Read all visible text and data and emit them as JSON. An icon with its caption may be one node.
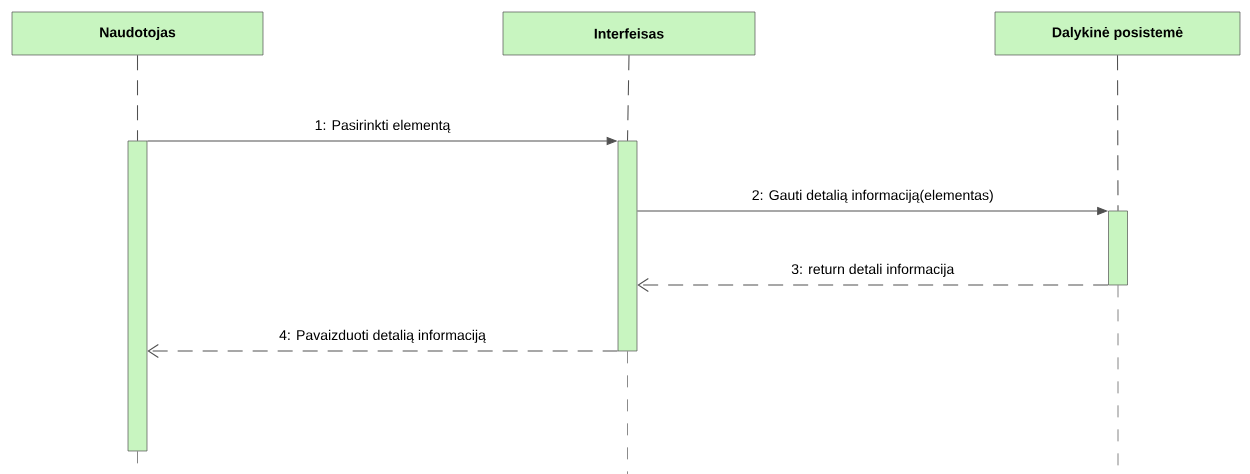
{
  "diagram": {
    "nodes": [
      {
        "text": [
          "Naudotojas"
        ]
      },
      {
        "text": [
          "Interfeisas"
        ]
      },
      {
        "text": [
          "Dalykinė posistemė"
        ]
      },
      {
        "text": [],
        "shape": "bar"
      },
      {
        "text": [],
        "shape": "bar"
      },
      {
        "text": [],
        "shape": "bar"
      }
    ],
    "edges": [
      {
        "from": 3,
        "to": 4,
        "arrow": "to",
        "label": "1: Pasirinkti elementą"
      },
      {
        "from": 4,
        "to": 5,
        "arrow": "to",
        "label": "2: Gauti detalią informaciją(elementas)"
      },
      {
        "from": 5,
        "to": 4,
        "arrow": "to",
        "style": "dashed",
        "label": "3: return detali informacija"
      },
      {
        "from": 4,
        "to": 3,
        "arrow": "to",
        "style": "dashed",
        "label": "4: Pavaizduoti detalią informaciją"
      },
      {
        "from": 0,
        "to": 3,
        "arrow": "none",
        "style": "dashed"
      },
      {
        "from": 1,
        "to": 4,
        "arrow": "none",
        "style": "dashed"
      },
      {
        "from": 2,
        "to": 5,
        "arrow": "none",
        "style": "dashed"
      }
    ]
  }
}
